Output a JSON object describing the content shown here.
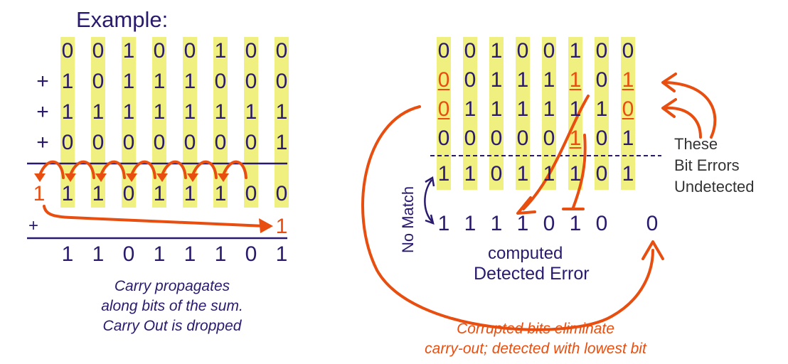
{
  "colors": {
    "text": "#2a1a6e",
    "highlight": "#f0f080",
    "accent": "#e84e0f",
    "note_text": "#333333"
  },
  "left": {
    "title": "Example:",
    "rows": [
      {
        "op": "",
        "bits": [
          "0",
          "0",
          "1",
          "0",
          "0",
          "1",
          "0",
          "0"
        ]
      },
      {
        "op": "+",
        "bits": [
          "1",
          "0",
          "1",
          "1",
          "1",
          "0",
          "0",
          "0"
        ]
      },
      {
        "op": "+",
        "bits": [
          "1",
          "1",
          "1",
          "1",
          "1",
          "1",
          "1",
          "1"
        ]
      },
      {
        "op": "+",
        "bits": [
          "0",
          "0",
          "0",
          "0",
          "0",
          "0",
          "0",
          "1"
        ]
      }
    ],
    "carry_out": "1",
    "partial_sum": [
      "1",
      "1",
      "0",
      "1",
      "1",
      "1",
      "0",
      "0"
    ],
    "add_op": "+",
    "add_bit": "1",
    "result": [
      "1",
      "1",
      "0",
      "1",
      "1",
      "1",
      "0",
      "1"
    ],
    "caption": [
      "Carry propagates",
      "along bits of the sum.",
      "Carry Out is dropped"
    ]
  },
  "right": {
    "rows": [
      {
        "bits": [
          "0",
          "0",
          "1",
          "0",
          "0",
          "1",
          "0",
          "0"
        ],
        "errors": [
          false,
          false,
          false,
          false,
          false,
          false,
          false,
          false
        ]
      },
      {
        "bits": [
          "0",
          "0",
          "1",
          "1",
          "1",
          "1",
          "0",
          "1"
        ],
        "errors": [
          true,
          false,
          false,
          false,
          false,
          true,
          false,
          true
        ]
      },
      {
        "bits": [
          "0",
          "1",
          "1",
          "1",
          "1",
          "1",
          "1",
          "0"
        ],
        "errors": [
          true,
          false,
          false,
          false,
          false,
          false,
          false,
          true
        ]
      },
      {
        "bits": [
          "0",
          "0",
          "0",
          "0",
          "0",
          "1",
          "0",
          "1"
        ],
        "errors": [
          false,
          false,
          false,
          false,
          false,
          true,
          false,
          false
        ]
      }
    ],
    "sent_checksum": [
      "1",
      "1",
      "0",
      "1",
      "1",
      "1",
      "0",
      "1"
    ],
    "computed": [
      "1",
      "1",
      "1",
      "1",
      "0",
      "1",
      "0",
      "0"
    ],
    "no_match_label": "No Match",
    "computed_label": "computed",
    "detected_label": "Detected Error",
    "note": [
      "These",
      "Bit Errors",
      "Undetected"
    ],
    "caption": [
      "Corrupted bits eliminate",
      "carry-out; detected with lowest bit"
    ]
  }
}
